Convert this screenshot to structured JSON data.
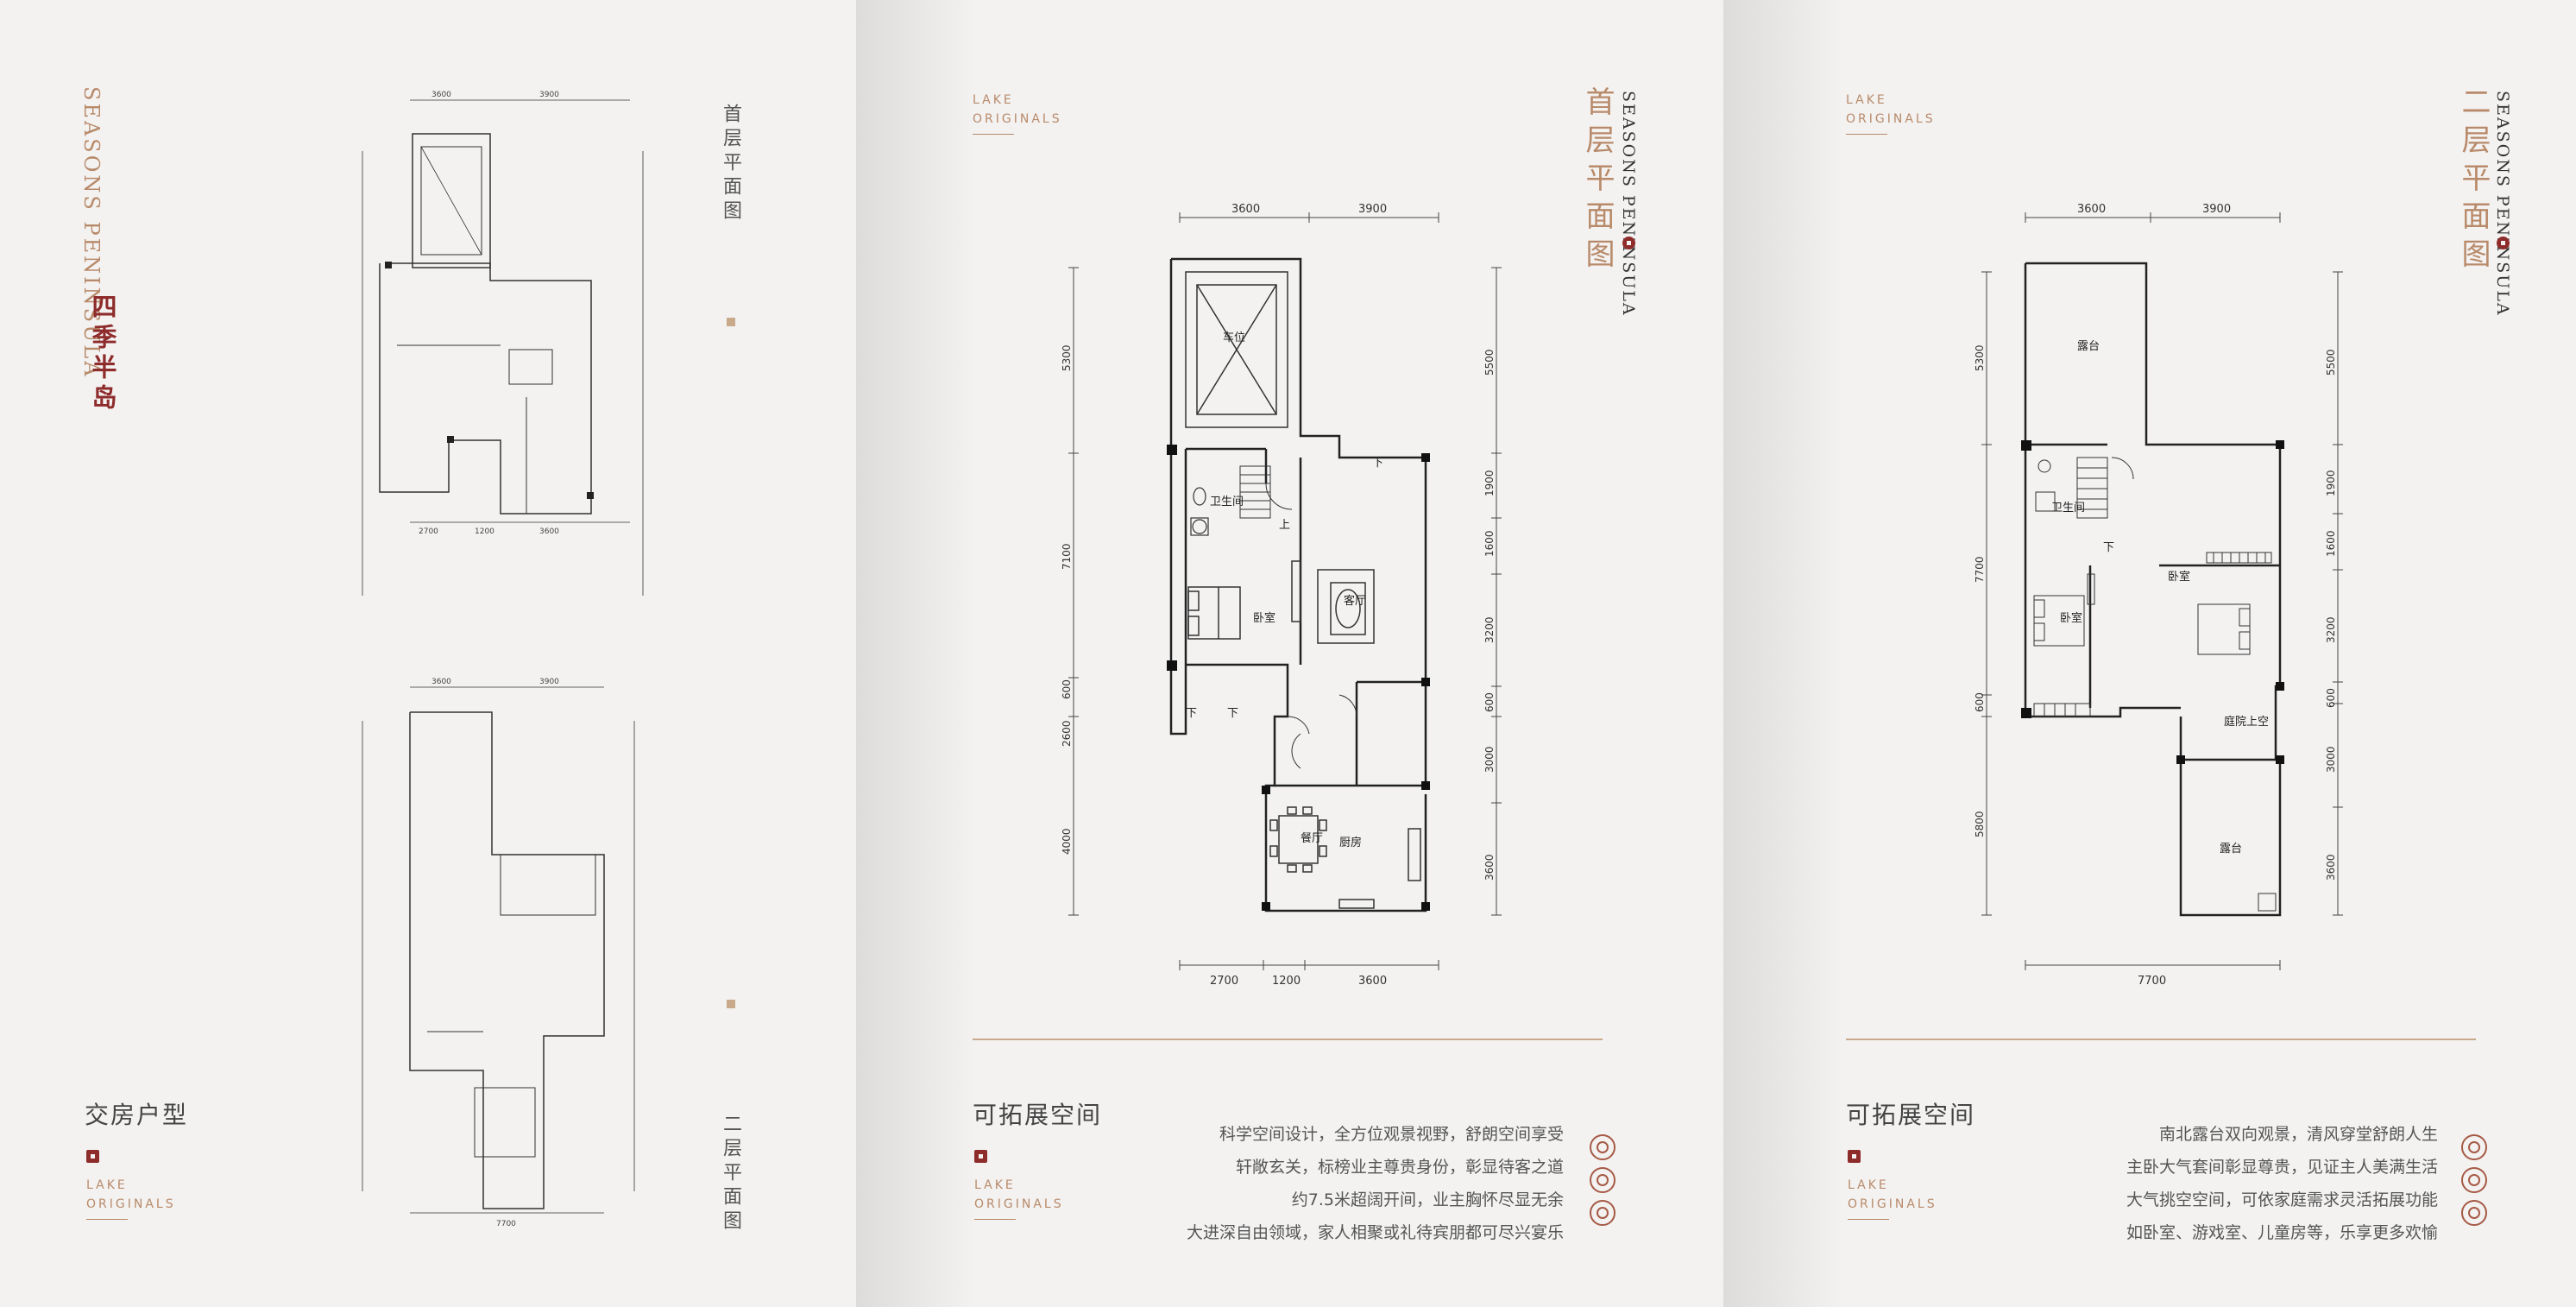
{
  "page1": {
    "brand_en_vertical": "SEASONS PENINSULA",
    "brand_cn_vertical": "四季半岛",
    "plan_label_top": "首层平面图",
    "plan_label_bottom": "二层平面图",
    "section_title": "交房户型",
    "lake_line1": "LAKE",
    "lake_line2": "ORIGINALS",
    "small_plan_top_dims": [
      "3600",
      "3900"
    ],
    "small_plan_bottom_dims": [
      "2700",
      "1200",
      "3600"
    ],
    "small_plan2_top_dims": [
      "3600",
      "3900"
    ],
    "small_plan2_bottom_dims": [
      "7700"
    ]
  },
  "page2": {
    "lake_line1": "LAKE",
    "lake_line2": "ORIGINALS",
    "plan_title_vertical": "首层平面图",
    "brand_en_vertical": "SEASONS PENINSULA",
    "section_title": "可拓展空间",
    "description": [
      "科学空间设计，全方位观景视野，舒朗空间享受",
      "轩敞玄关，标榜业主尊贵身份，彰显待客之道",
      "约7.5米超阔开间，业主胸怀尽显无余",
      "大进深自由领域，家人相聚或礼待宾朋都可尽兴宴乐"
    ],
    "plan": {
      "top_dims": [
        "3600",
        "3900"
      ],
      "bottom_dims": [
        "2700",
        "1200",
        "3600"
      ],
      "left_dims": [
        "5300",
        "7100",
        "600",
        "2600",
        "4000"
      ],
      "right_dims": [
        "5500",
        "1900",
        "1600",
        "3200",
        "600",
        "3000",
        "3600"
      ],
      "rooms": {
        "garage": "车位",
        "bath": "卫生间",
        "bedroom": "卧室",
        "living": "客厅",
        "dining": "餐厅",
        "kitchen": "厨房",
        "up": "上",
        "down1": "下",
        "down2": "下",
        "down3": "下"
      }
    }
  },
  "page3": {
    "lake_line1": "LAKE",
    "lake_line2": "ORIGINALS",
    "plan_title_vertical": "二层平面图",
    "brand_en_vertical": "SEASONS PENINSULA",
    "section_title": "可拓展空间",
    "description": [
      "南北露台双向观景，清风穿堂舒朗人生",
      "主卧大气套间彰显尊贵，见证主人美满生活",
      "大气挑空空间，可依家庭需求灵活拓展功能",
      "如卧室、游戏室、儿童房等，乐享更多欢愉"
    ],
    "plan": {
      "top_dims": [
        "3600",
        "3900"
      ],
      "bottom_dims": [
        "7700"
      ],
      "left_dims": [
        "5300",
        "7700",
        "600",
        "5800"
      ],
      "right_dims": [
        "5500",
        "1900",
        "1600",
        "3200",
        "600",
        "3000",
        "3600"
      ],
      "rooms": {
        "terrace_n": "露台",
        "bath": "卫生间",
        "bedroom1": "卧室",
        "bedroom2": "卧室",
        "courtyard": "庭院上空",
        "terrace_s": "露台",
        "down": "下"
      }
    }
  }
}
